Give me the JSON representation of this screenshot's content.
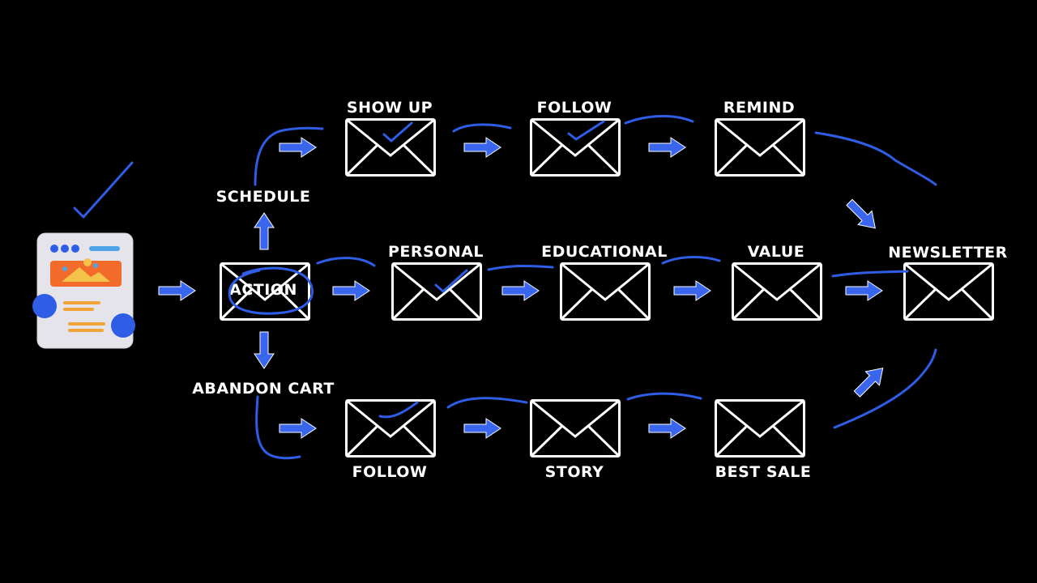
{
  "diagram": {
    "background": "#000000",
    "accent_color": "#3a66ee",
    "ink_color": "#2f5de6",
    "line_color": "#ffffff",
    "start_icon": "web-page-icon",
    "labels": {
      "action": "ACTION",
      "schedule": "SCHEDULE",
      "abandon_cart": "ABANDON CART",
      "show_up": "SHOW UP",
      "follow_top": "FOLLOW",
      "remind": "REMIND",
      "personal": "PERSONAL",
      "educational": "EDUCATIONAL",
      "value": "VALUE",
      "newsletter": "NEWSLETTER",
      "follow_bottom": "FOLLOW",
      "story": "STORY",
      "best_sale": "BEST SALE"
    }
  }
}
